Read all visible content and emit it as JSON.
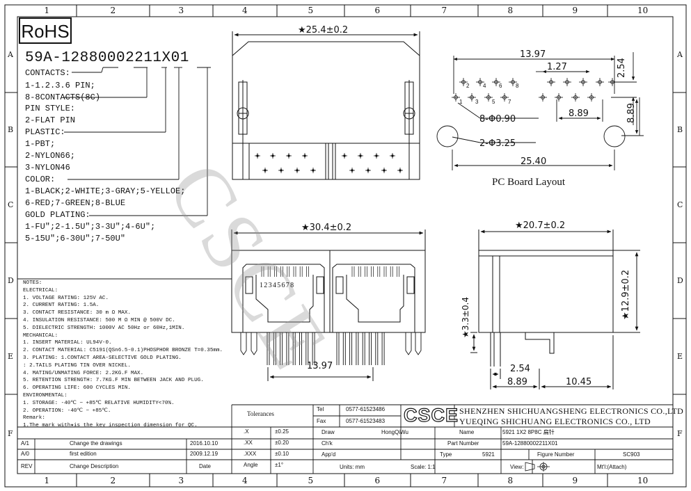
{
  "grid": {
    "columns": [
      "1",
      "2",
      "3",
      "4",
      "5",
      "6",
      "7",
      "8",
      "9",
      "10"
    ],
    "rows": [
      "A",
      "B",
      "C",
      "D",
      "E",
      "F"
    ]
  },
  "rohs": "RoHS",
  "part_number": "59A-12880002211X01",
  "legend": [
    "CONTACTS:",
    "1-1.2.3.6 PIN;",
    "8-8CONTACTS(8C)",
    "PIN STYLE:",
    "2-FLAT PIN",
    "PLASTIC:",
    "1-PBT;",
    "2-NYLON66;",
    "3-NYLON46",
    "COLOR:",
    "1-BLACK;2-WHITE;3-GRAY;5-YELLOE;",
    "6-RED;7-GREEN;8-BLUE",
    "GOLD PLATING:",
    "1-FU\";2-1.5U\";3-3U\";4-6U\";",
    "5-15U\";6-30U\";7-50U\""
  ],
  "notes": [
    "NOTES:",
    "ELECTRICAL:",
    "1. VOLTAGE RATING: 125V AC.",
    "2. CURRENT RATING: 1.5A.",
    "3. CONTACT RESISTANCE: 30 m Ω MAX.",
    "4. INSULATION RESISTANCE: 500 M Ω MIN @ 500V DC.",
    "5. DIELECTRIC STRENGTH: 1000V AC 50Hz or 60Hz,1MIN.",
    "MECHANICAL:",
    "1. INSERT MATERIAL: UL94V-0.",
    "2. CONTACT MATERIAL: C5191(QSn6.5-0.1)PHOSPHOR BRONZE T=0.35mm.",
    "3. PLATING: 1.CONTACT AREA-SELECTIVE GOLD PLATING.",
    "           : 2.TAILS PLATING TIN OVER NICKEL.",
    "4. MATING/UNMATING FORCE: 2.2KG.F MAX.",
    "5. RETENTION STRENGTH: 7.7KG.F MIN BETWEEN JACK AND PLUG.",
    "6. OPERATING LIFE: 600 CYCLES MIN.",
    "ENVIRONMENTAL:",
    "1. STORAGE: -40℃ ~ +85℃ RELATIVE HUMIDITY<70%.",
    "2. OPERATION: -40℃ ~ +85℃.",
    "Remark:",
    "1.The mark with★is the key inspection dimension for QC."
  ],
  "dims": {
    "top_width": "★25.4±0.2",
    "front_width": "★30.4±0.2",
    "side_width": "★20.7±0.2",
    "side_height": "★12.9±0.2",
    "side_pin": "★3.3±0.4",
    "pin_span": "13.97",
    "side_a": "2.54",
    "side_b": "8.89",
    "side_c": "10.45",
    "pcb_1397": "13.97",
    "pcb_127": "1.27",
    "pcb_254": "2.54",
    "pcb_889a": "8.89",
    "pcb_889b": "8.89",
    "pcb_hole": "8-Φ0.90",
    "pcb_peg": "2-Φ3.25",
    "pcb_2540": "25.40"
  },
  "pin_numbers": "12345678",
  "pcb_pin_labels": [
    "1",
    "3",
    "5",
    "7",
    "2",
    "4",
    "6",
    "8"
  ],
  "pcb_title": "PC Board Layout",
  "watermark": "CSCE",
  "title_block": {
    "tolerances": "Tolerances",
    "tol_rows": [
      {
        "k": ".X",
        "v": "±0.25"
      },
      {
        "k": ".XX",
        "v": "±0.20"
      },
      {
        "k": ".XXX",
        "v": "±0.10"
      },
      {
        "k": "Angle",
        "v": "±1°"
      }
    ],
    "tel_label": "Tel",
    "tel": "0577-61523486",
    "fax_label": "Fax",
    "fax": "0577-61523483",
    "logo": "CSCE",
    "company1": "SHENZHEN SHICHUANGSHENG ELECTRONICS CO.,LTD",
    "company2": "YUEQING SHICHUANG ELECTRONICS CO., LTD",
    "draw_label": "Draw",
    "draw_value": "HongQiWu",
    "chk_label": "Ch'k",
    "app_label": "App'd",
    "units": "Units: mm",
    "scale": "Scale: 1:1",
    "name_label": "Name",
    "name_value": "5921 1X2 8P8C 扁针",
    "partno_label": "Part Number",
    "partno_value": "59A-12880002211X01",
    "type_label": "Type",
    "type_value": "5921",
    "figure_label": "Figure Number",
    "figure_value": "SC903",
    "view_label": "View:",
    "mtl_label": "Mt'l:(Attach)",
    "revisions": [
      {
        "rev": "A/1",
        "desc": "Change the drawings",
        "date": "2016.10.10"
      },
      {
        "rev": "A/0",
        "desc": "first edition",
        "date": "2009.12.19"
      }
    ],
    "rev_header": {
      "rev": "REV",
      "desc": "Change Description",
      "date": "Date"
    }
  }
}
